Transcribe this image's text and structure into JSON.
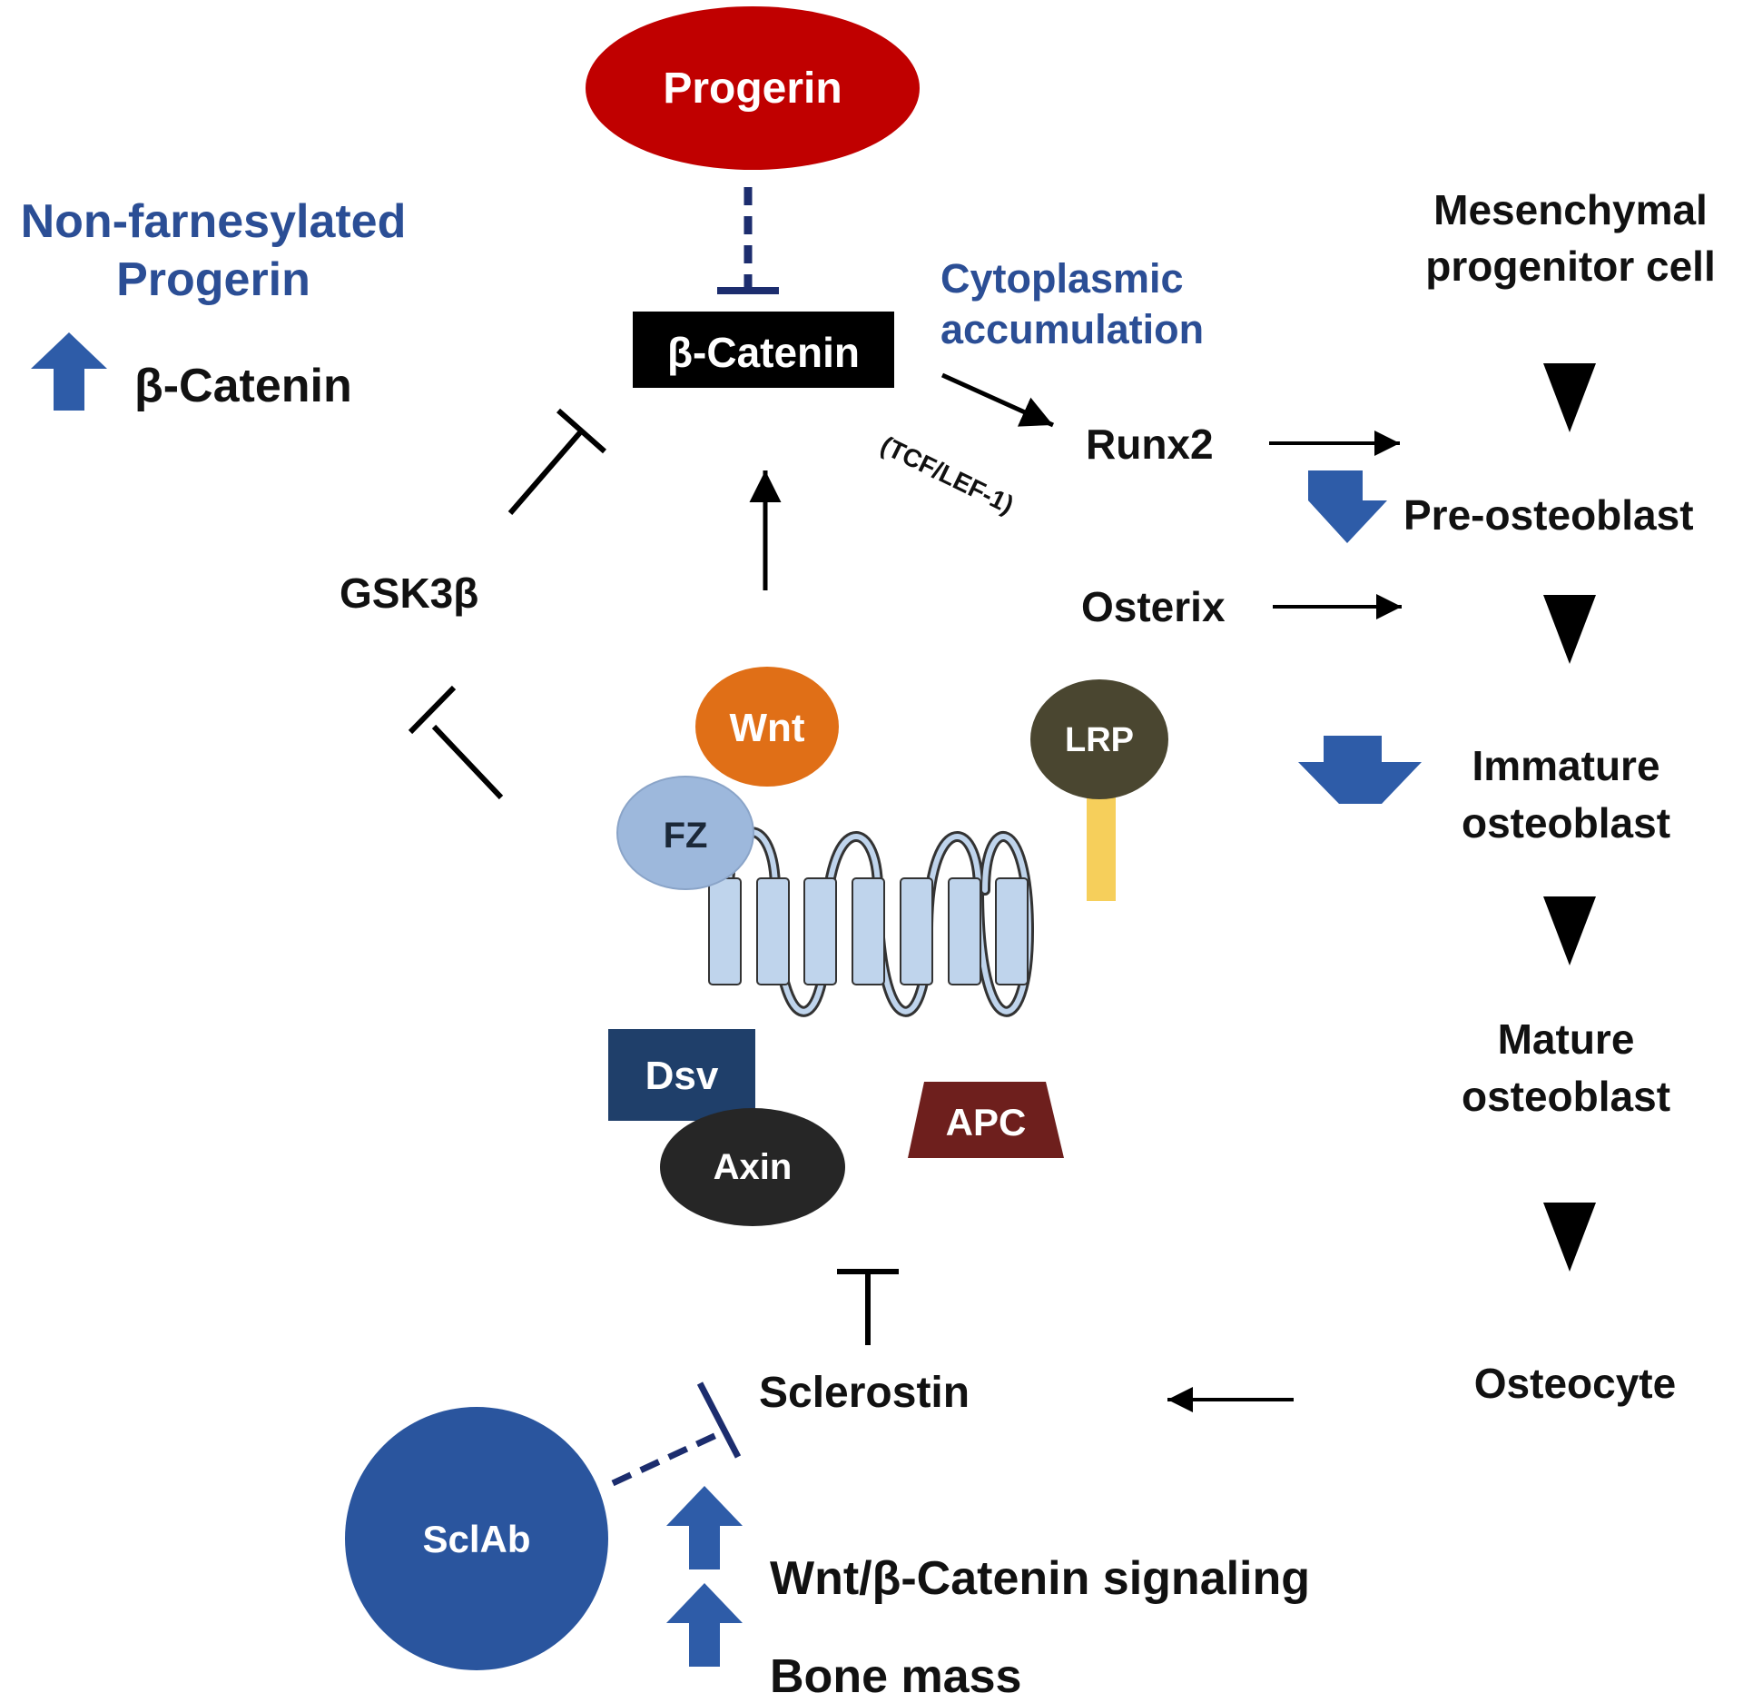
{
  "colors": {
    "progerin_fill": "#c00000",
    "catenin_box": "#000000",
    "blue_text": "#2b4e95",
    "blue_arrow": "#2e5ca8",
    "wnt_fill": "#e06f17",
    "fz_fill": "#9db8dc",
    "lrp_fill": "#4a4630",
    "lrp_stem": "#f6cf5b",
    "receptor_fill": "#bfd4ec",
    "dsv_fill": "#1f3f6a",
    "axin_fill": "#262626",
    "apc_fill": "#6e1f1d",
    "sclab_fill": "#2a559e"
  },
  "nodes": {
    "progerin": "Progerin",
    "beta_catenin": "β-Catenin",
    "runx2": "Runx2",
    "osterix": "Osterix",
    "gsk3b": "GSK3β",
    "tcf_lef": "(TCF/LEF-1)",
    "cytoplasmic_accumulation": [
      "Cytoplasmic",
      "accumulation"
    ],
    "wnt": "Wnt",
    "fz": "FZ",
    "lrp": "LRP",
    "dsv": "Dsv",
    "axin": "Axin",
    "apc": "APC",
    "sclerostin": "Sclerostin",
    "sclab": "SclAb"
  },
  "left_panel": {
    "title_lines": [
      "Non-farnesylated",
      "Progerin"
    ],
    "up_label": "β-Catenin"
  },
  "stages": [
    [
      "Mesenchymal",
      "progenitor cell"
    ],
    [
      "Pre-osteoblast"
    ],
    [
      "Immature",
      "osteoblast"
    ],
    [
      "Mature",
      "osteoblast"
    ],
    [
      "Osteocyte"
    ]
  ],
  "outcomes": [
    "Wnt/β-Catenin signaling",
    "Bone mass"
  ],
  "icons": {
    "up_arrow": "up-arrow-icon",
    "down_arrow": "down-arrow-icon",
    "triangle": "down-triangle-icon"
  }
}
